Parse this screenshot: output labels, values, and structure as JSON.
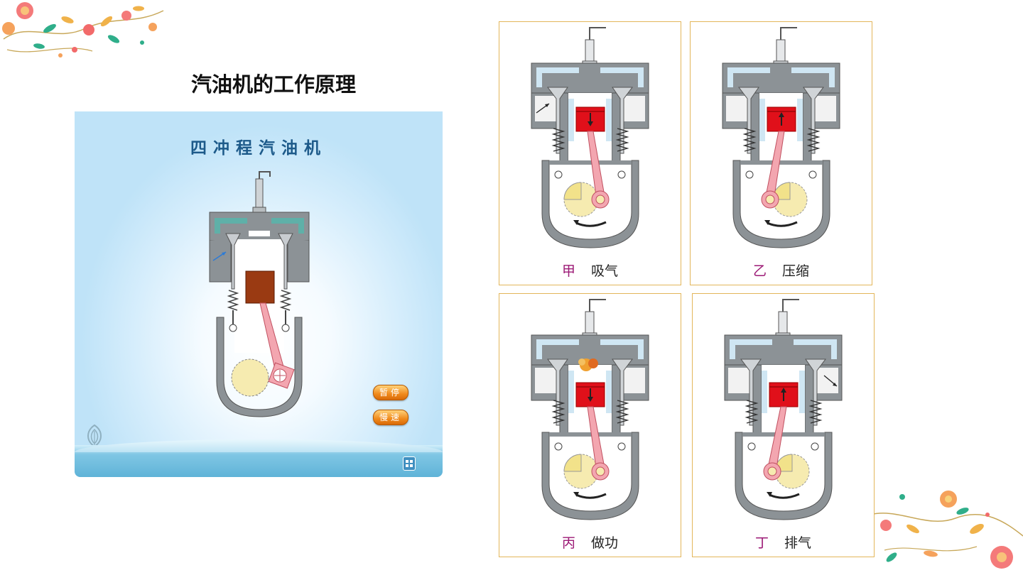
{
  "slide": {
    "title": "汽油机的工作原理"
  },
  "player": {
    "title": "四冲程汽油机",
    "pause_label": "暂停",
    "slow_label": "慢速"
  },
  "stages": [
    {
      "label": "甲",
      "name": "吸气"
    },
    {
      "label": "乙",
      "name": "压缩"
    },
    {
      "label": "丙",
      "name": "做功"
    },
    {
      "label": "丁",
      "name": "排气"
    }
  ],
  "colors": {
    "accent_border": "#e3b65a",
    "stage_label": "#9c1a76",
    "piston_red": "#e0101a",
    "piston_brown": "#9a3a12",
    "cylinder_gray": "#8c9296",
    "coolant_blue": "#cfe6f3",
    "player_coolant": "#5fb0a8",
    "button_orange": "#f08a1c"
  },
  "icons": [
    "flower-decoration-icon",
    "leaf-logo-icon",
    "menu-grid-icon",
    "spark-plug-icon",
    "flow-arrow-icon"
  ]
}
